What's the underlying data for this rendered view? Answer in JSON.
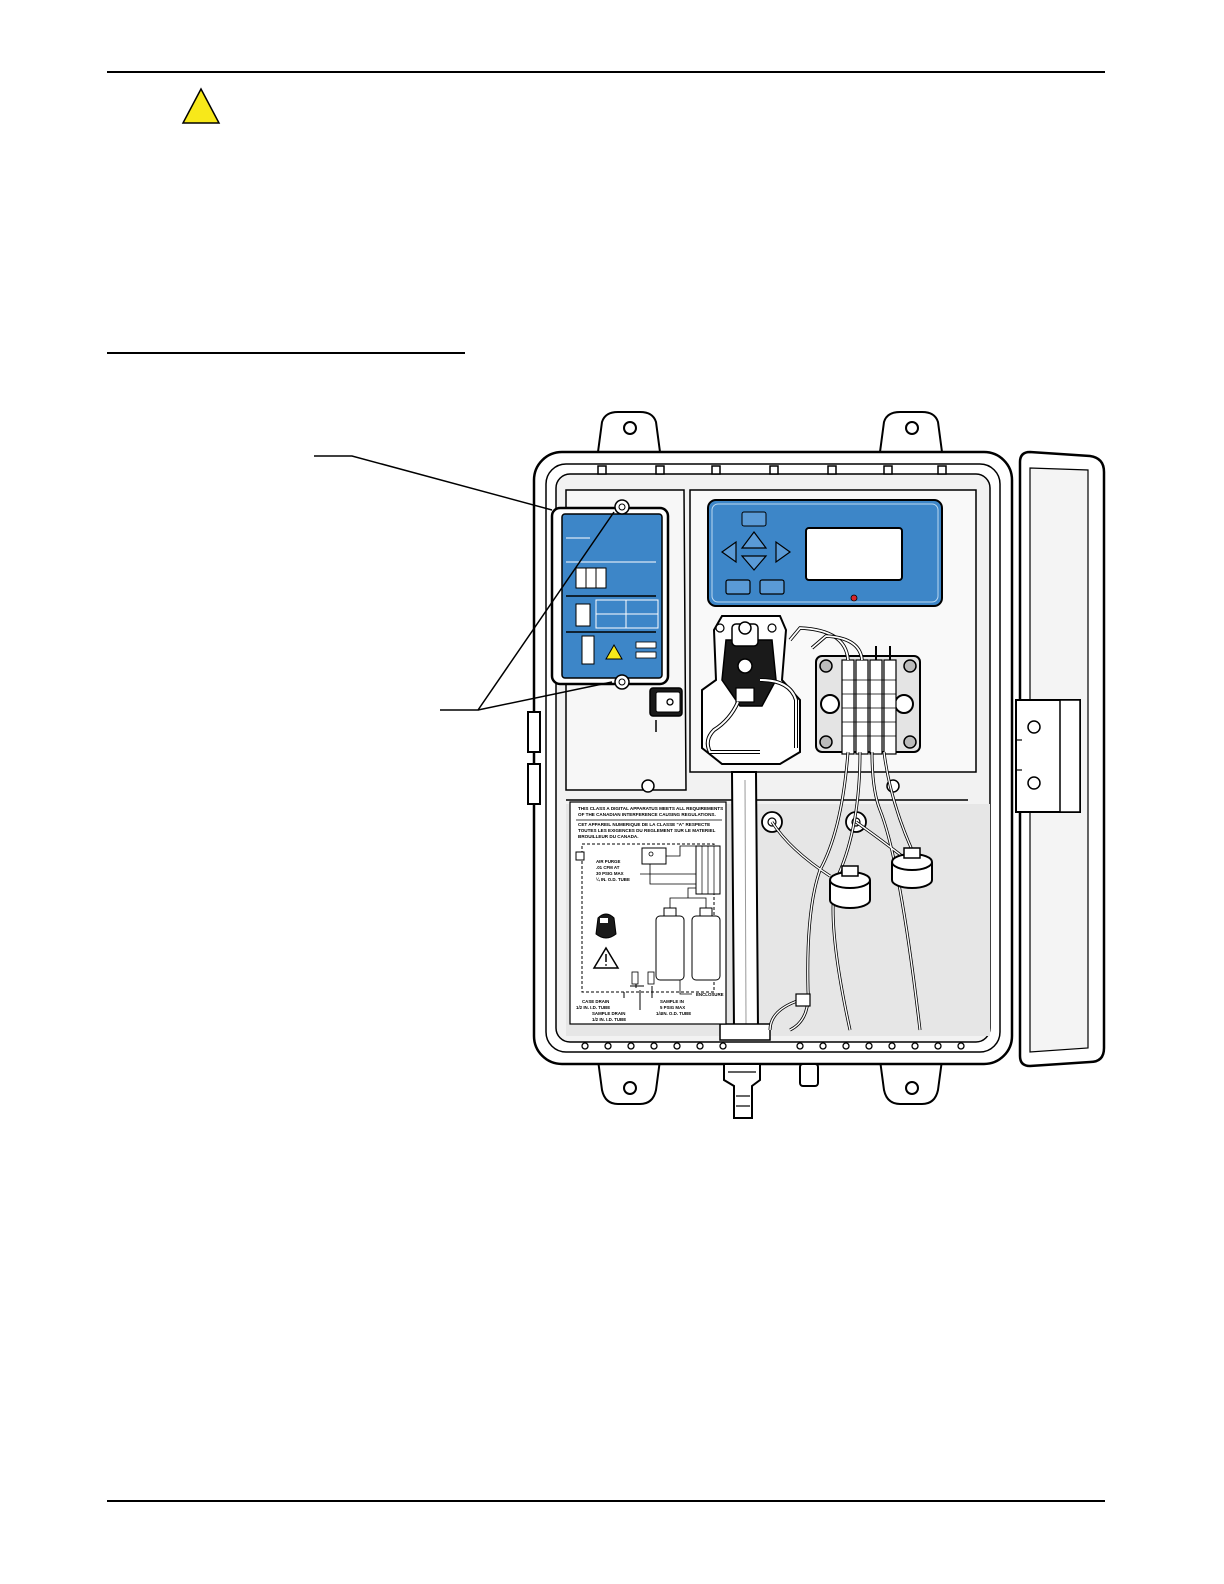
{
  "label": {
    "line1": "THIS CLASS A DIGITAL APPARATUS MEETS ALL REQUIREMENTS",
    "line2": "OF THE CANADIAN INTERFERENCE CAUSING REGULATIONS.",
    "line3": "CET APPAREIL NUMERIQUE DE LA CLASSE \"A\" RESPECTE",
    "line4": "TOUTES LES EXIGENCES DU REGLEMENT SUR LE MATERIEL",
    "line5": "BROUILLEUR DU CANADA.",
    "air_purge_1": "AIR PURGE",
    "air_purge_2": ".01 CFM AT",
    "air_purge_3": "30 PSIG MAX",
    "air_purge_4": "¼ IN. O.D. TUBE",
    "enclosure": "ENCLOSURE",
    "case_drain_1": "CASE DRAIN",
    "case_drain_2": "1/2 IN. I.D. TUBE",
    "sample_drain_1": "SAMPLE DRAIN",
    "sample_drain_2": "1/2 IN. I.D. TUBE",
    "sample_in_1": "SAMPLE IN",
    "sample_in_2": "5 PSIG MAX",
    "sample_in_3": "1/4IN. O.D. TUBE"
  },
  "colors": {
    "panel_blue": "#3d86c8",
    "warning_yellow": "#f7e81a",
    "led_red": "#d9262a",
    "enclosure_grey": "#e6e6e6"
  }
}
